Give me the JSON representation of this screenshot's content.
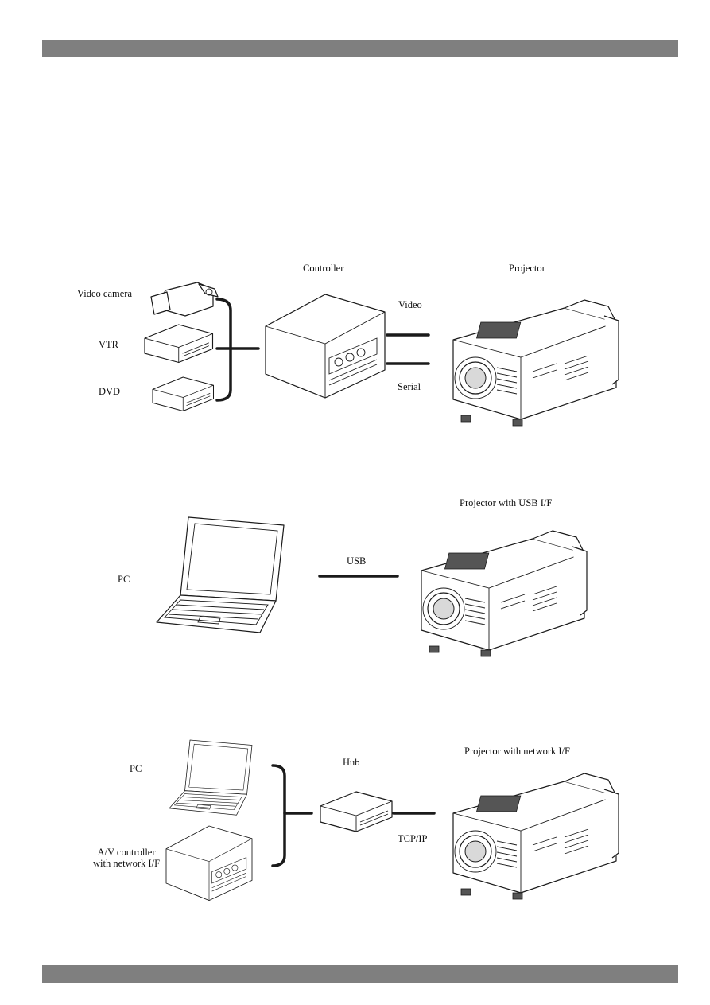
{
  "header_bar": "",
  "footer_bar": "",
  "diagram1": {
    "sources": [
      "Video camera",
      "VTR",
      "DVD"
    ],
    "controller": "Controller",
    "projector": "Projector",
    "link_video": "Video",
    "link_serial": "Serial"
  },
  "diagram2": {
    "pc": "PC",
    "link": "USB",
    "projector": "Projector with USB I/F"
  },
  "diagram3": {
    "pc": "PC",
    "av_controller": "A/V controller\nwith network I/F",
    "hub": "Hub",
    "link": "TCP/IP",
    "projector": "Projector with network I/F"
  }
}
